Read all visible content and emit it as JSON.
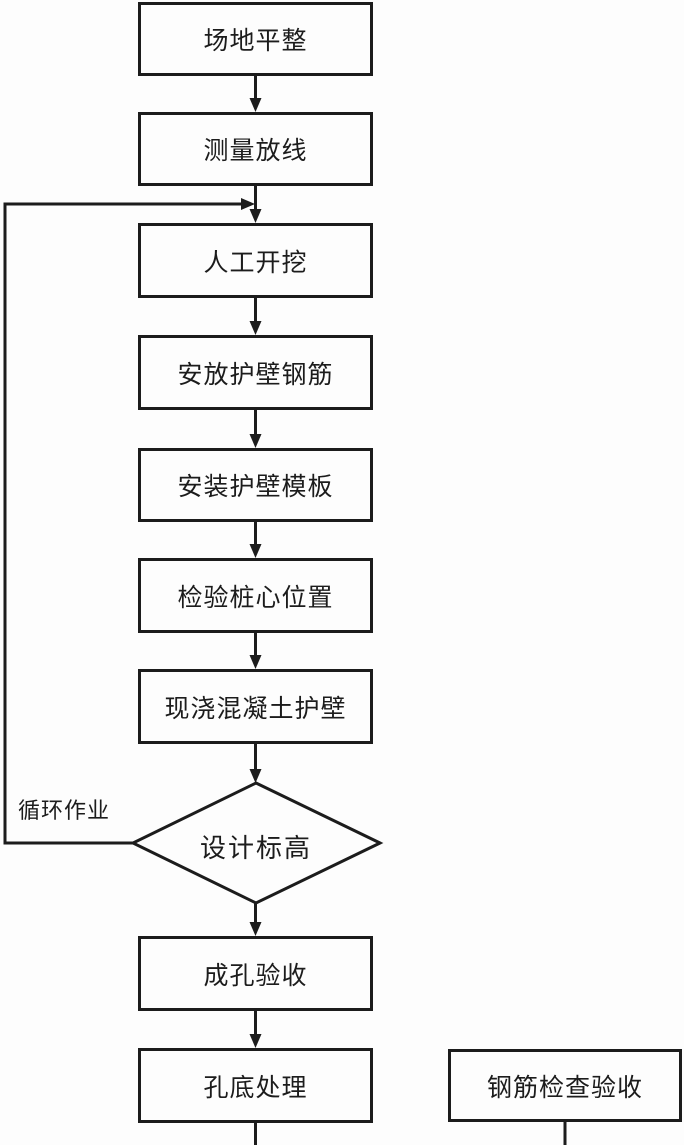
{
  "flowchart": {
    "nodes": [
      {
        "id": "site-leveling",
        "label": "场地平整",
        "type": "process"
      },
      {
        "id": "survey-setting-out",
        "label": "测量放线",
        "type": "process"
      },
      {
        "id": "manual-excavation",
        "label": "人工开挖",
        "type": "process"
      },
      {
        "id": "place-wall-rebar",
        "label": "安放护壁钢筋",
        "type": "process"
      },
      {
        "id": "install-wall-formwork",
        "label": "安装护壁模板",
        "type": "process"
      },
      {
        "id": "check-pile-center",
        "label": "检验桩心位置",
        "type": "process"
      },
      {
        "id": "cast-concrete-wall",
        "label": "现浇混凝土护壁",
        "type": "process"
      },
      {
        "id": "design-elevation",
        "label": "设计标高",
        "type": "decision"
      },
      {
        "id": "hole-acceptance",
        "label": "成孔验收",
        "type": "process"
      },
      {
        "id": "hole-bottom-treatment",
        "label": "孔底处理",
        "type": "process"
      },
      {
        "id": "rebar-inspection",
        "label": "钢筋检查验收",
        "type": "process"
      }
    ],
    "loop_label": "循环作业",
    "edges": [
      {
        "from": "site-leveling",
        "to": "survey-setting-out"
      },
      {
        "from": "survey-setting-out",
        "to": "manual-excavation"
      },
      {
        "from": "manual-excavation",
        "to": "place-wall-rebar"
      },
      {
        "from": "place-wall-rebar",
        "to": "install-wall-formwork"
      },
      {
        "from": "install-wall-formwork",
        "to": "check-pile-center"
      },
      {
        "from": "check-pile-center",
        "to": "cast-concrete-wall"
      },
      {
        "from": "cast-concrete-wall",
        "to": "design-elevation"
      },
      {
        "from": "design-elevation",
        "to": "manual-excavation",
        "label": "循环作业",
        "kind": "loop-left"
      },
      {
        "from": "design-elevation",
        "to": "hole-acceptance"
      },
      {
        "from": "hole-acceptance",
        "to": "hole-bottom-treatment"
      },
      {
        "from": "hole-bottom-treatment",
        "to": "offscreen-bottom"
      },
      {
        "from": "rebar-inspection",
        "to": "offscreen-bottom"
      }
    ],
    "colors": {
      "line": "#1c1c1c",
      "background": "#fdfdfd"
    }
  }
}
